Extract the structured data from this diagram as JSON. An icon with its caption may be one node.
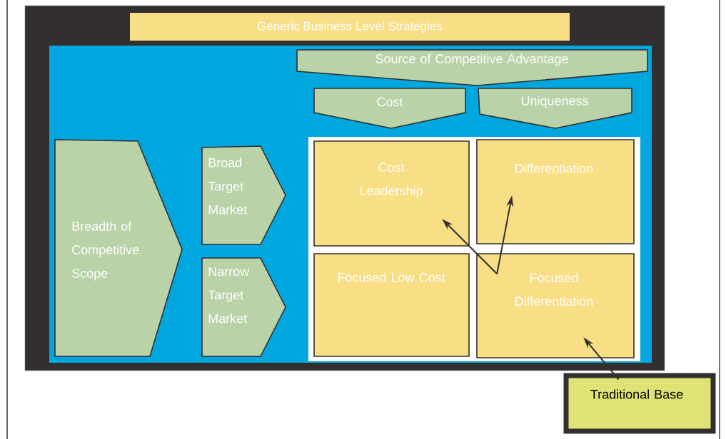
{
  "diagram": {
    "title": "Generic Business Level Strategies",
    "nodes": [
      {
        "text": [
          "Source of Competitive Advantage"
        ]
      },
      {
        "text": [
          "Cost"
        ]
      },
      {
        "text": [
          "Uniqueness"
        ]
      },
      {
        "text": [
          "Breadth of Competitive Scope"
        ]
      },
      {
        "text": [
          "Broad Target Market"
        ]
      },
      {
        "text": [
          "Narrow Target Market"
        ]
      },
      {
        "text": [
          "Cost Leadership"
        ]
      },
      {
        "text": [
          "Differentiation"
        ]
      },
      {
        "text": [
          "Focused Low Cost"
        ]
      },
      {
        "text": [
          "Focused Differentiation"
        ]
      },
      {
        "text": [
          "Traditional Base"
        ]
      }
    ],
    "edges": [
      {
        "from": 9,
        "to": 6,
        "arrow": "to"
      },
      {
        "from": 9,
        "to": 7,
        "arrow": "to"
      },
      {
        "from": 10,
        "to": 9,
        "arrow": "to"
      }
    ]
  }
}
